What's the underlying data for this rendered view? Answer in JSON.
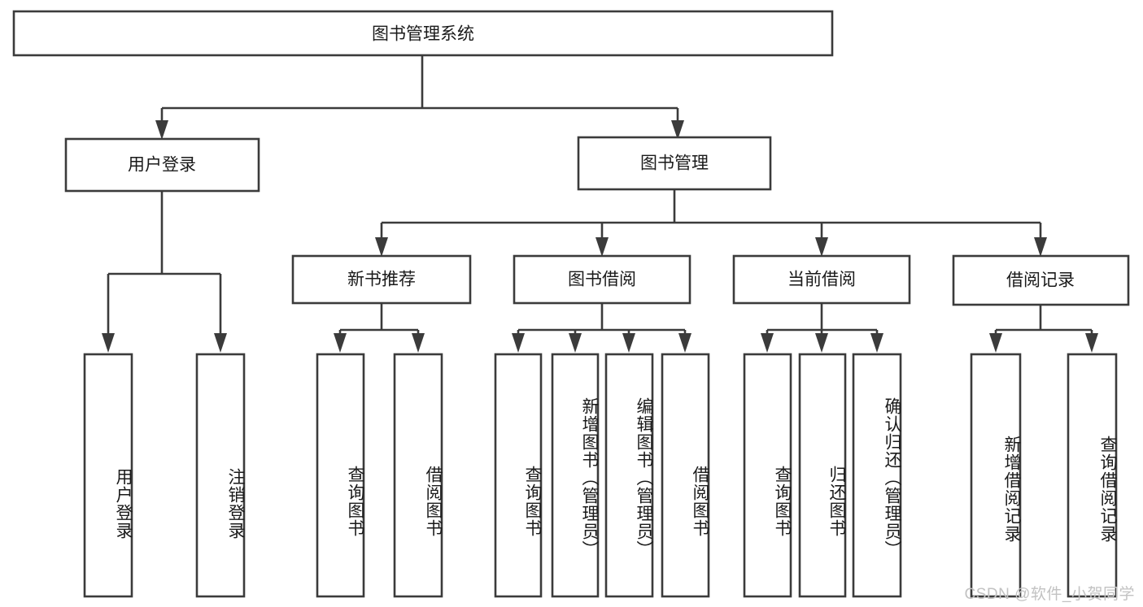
{
  "diagram": {
    "type": "tree",
    "title": "图书管理系统",
    "watermark": "CSDN @软件_小贺同学",
    "colors": {
      "stroke": "#3b3b3b",
      "fill": "#ffffff",
      "text": "#1a1a1a",
      "watermark": "#c2c2c2"
    },
    "nodes": {
      "root": {
        "label": "图书管理系统",
        "level": 1,
        "orientation": "horizontal"
      },
      "l2_1": {
        "label": "用户登录",
        "level": 2,
        "orientation": "horizontal"
      },
      "l2_2": {
        "label": "图书管理",
        "level": 2,
        "orientation": "horizontal"
      },
      "l3_1": {
        "label": "新书推荐",
        "level": 3,
        "orientation": "horizontal"
      },
      "l3_2": {
        "label": "图书借阅",
        "level": 3,
        "orientation": "horizontal"
      },
      "l3_3": {
        "label": "当前借阅",
        "level": 3,
        "orientation": "horizontal"
      },
      "l3_4": {
        "label": "借阅记录",
        "level": 3,
        "orientation": "horizontal"
      },
      "leaf_1": {
        "label": "用户登录",
        "level": 4,
        "orientation": "vertical"
      },
      "leaf_2": {
        "label": "注销登录",
        "level": 4,
        "orientation": "vertical"
      },
      "leaf_3": {
        "label": "查询图书",
        "level": 4,
        "orientation": "vertical"
      },
      "leaf_4": {
        "label": "借阅图书",
        "level": 4,
        "orientation": "vertical"
      },
      "leaf_5": {
        "label": "查询图书",
        "level": 4,
        "orientation": "vertical"
      },
      "leaf_6": {
        "label": "新增图书（管理员）",
        "level": 4,
        "orientation": "vertical"
      },
      "leaf_7": {
        "label": "编辑图书（管理员）",
        "level": 4,
        "orientation": "vertical"
      },
      "leaf_8": {
        "label": "借阅图书",
        "level": 4,
        "orientation": "vertical"
      },
      "leaf_9": {
        "label": "查询图书",
        "level": 4,
        "orientation": "vertical"
      },
      "leaf_10": {
        "label": "归还图书",
        "level": 4,
        "orientation": "vertical"
      },
      "leaf_11": {
        "label": "确认归还（管理员）",
        "level": 4,
        "orientation": "vertical"
      },
      "leaf_12": {
        "label": "新增借阅记录",
        "level": 4,
        "orientation": "vertical"
      },
      "leaf_13": {
        "label": "查询借阅记录",
        "level": 4,
        "orientation": "vertical"
      }
    },
    "edges": [
      {
        "from": "root",
        "to": "l2_1"
      },
      {
        "from": "root",
        "to": "l2_2"
      },
      {
        "from": "l2_1",
        "to": "leaf_1"
      },
      {
        "from": "l2_1",
        "to": "leaf_2"
      },
      {
        "from": "l2_2",
        "to": "l3_1"
      },
      {
        "from": "l2_2",
        "to": "l3_2"
      },
      {
        "from": "l2_2",
        "to": "l3_3"
      },
      {
        "from": "l2_2",
        "to": "l3_4"
      },
      {
        "from": "l3_1",
        "to": "leaf_3"
      },
      {
        "from": "l3_1",
        "to": "leaf_4"
      },
      {
        "from": "l3_2",
        "to": "leaf_5"
      },
      {
        "from": "l3_2",
        "to": "leaf_6"
      },
      {
        "from": "l3_2",
        "to": "leaf_7"
      },
      {
        "from": "l3_2",
        "to": "leaf_8"
      },
      {
        "from": "l3_3",
        "to": "leaf_9"
      },
      {
        "from": "l3_3",
        "to": "leaf_10"
      },
      {
        "from": "l3_3",
        "to": "leaf_11"
      },
      {
        "from": "l3_4",
        "to": "leaf_12"
      },
      {
        "from": "l3_4",
        "to": "leaf_13"
      }
    ]
  }
}
